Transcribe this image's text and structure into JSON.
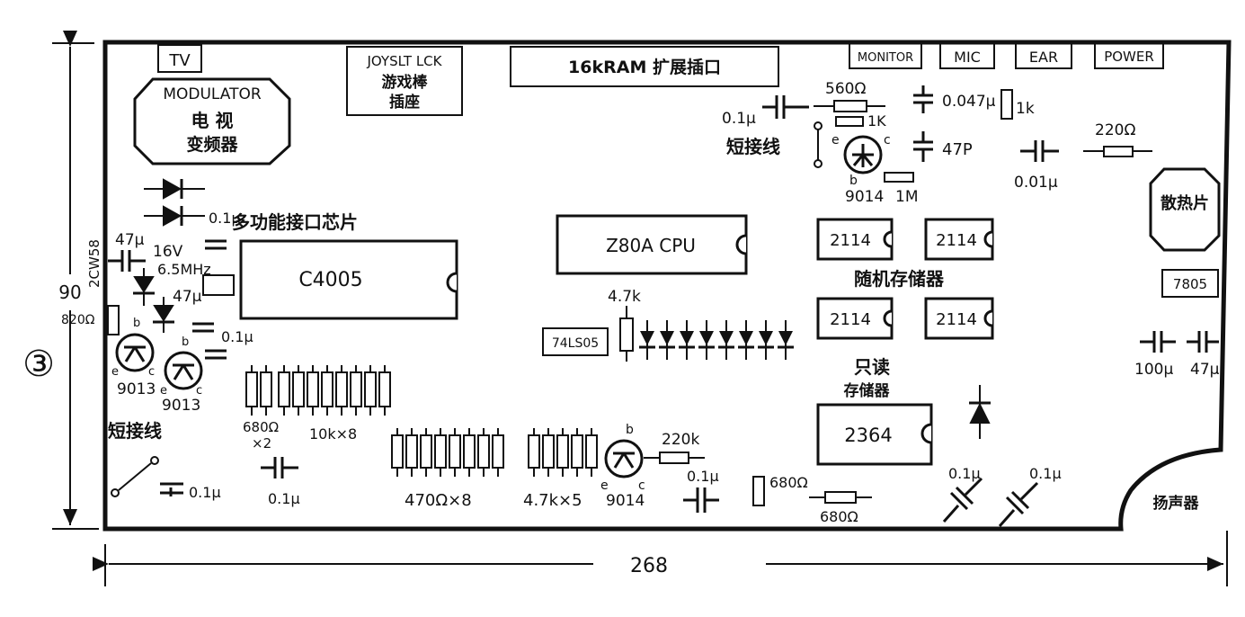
{
  "figure": {
    "number": "③",
    "dim_width": "268",
    "dim_height": "90"
  },
  "connectors": {
    "tv": "TV",
    "joystick_line1": "JOYSLT LCK",
    "joystick_line2": "游戏棒",
    "joystick_line3": "插座",
    "ram_expansion": "16kRAM  扩展插口",
    "monitor": "MONITOR",
    "mic": "MIC",
    "ear": "EAR",
    "power": "POWER"
  },
  "modulator": {
    "title": "MODULATOR",
    "line1": "电 视",
    "line2": "变频器"
  },
  "chips": {
    "cpu": "Z80A  CPU",
    "multi_io": "C4005",
    "multi_io_caption": "多功能接口芯片",
    "ram_1": "2114",
    "ram_2": "2114",
    "ram_3": "2114",
    "ram_4": "2114",
    "ram_caption": "随机存储器",
    "rom": "2364",
    "rom_caption_1": "只读",
    "rom_caption_2": "存储器",
    "ls05": "74LS05",
    "heatsink": "散热片",
    "regulator": "7805"
  },
  "components": {
    "c_01u_top": "0.1μ",
    "jumper_top": "短接线",
    "r_560": "560Ω",
    "r_1k_small": "1K",
    "c_004u": "0.047μ",
    "r_1k": "1k",
    "c_47p": "47P",
    "q_9014_top": "9014",
    "r_1m": "1M",
    "c_001u": "0.01μ",
    "r_220": "220Ω",
    "c_01u_left": "0.1μ",
    "c_47u_16v_a": "47μ",
    "c_47u_16v_b": "16V",
    "xtal": "6.5MHz",
    "c_47u_left": "47μ",
    "diode_2cw58": "2CW58",
    "r_820": "820Ω",
    "c_01u_mid": "0.1μ",
    "q_9013_a": "9013",
    "q_9013_b": "9013",
    "r_4k7_top": "4.7k",
    "jumper_bottom": "短接线",
    "r_680x2": "680Ω",
    "r_680x2_count": "×2",
    "r_10kx8": "10k×8",
    "c_01u_b1": "0.1μ",
    "c_01u_b2": "0.1μ",
    "r_470x8": "470Ω×8",
    "r_4k7x5": "4.7k×5",
    "q_9014_bottom": "9014",
    "r_220k": "220k",
    "c_01u_b3": "0.1μ",
    "r_680_a": "680Ω",
    "r_680_b": "680Ω",
    "c_01u_b4": "0.1μ",
    "c_01u_b5": "0.1μ",
    "speaker": "扬声器",
    "c_100u": "100μ",
    "c_47u_right": "47μ",
    "pin_b": "b",
    "pin_c": "c",
    "pin_e": "e"
  }
}
